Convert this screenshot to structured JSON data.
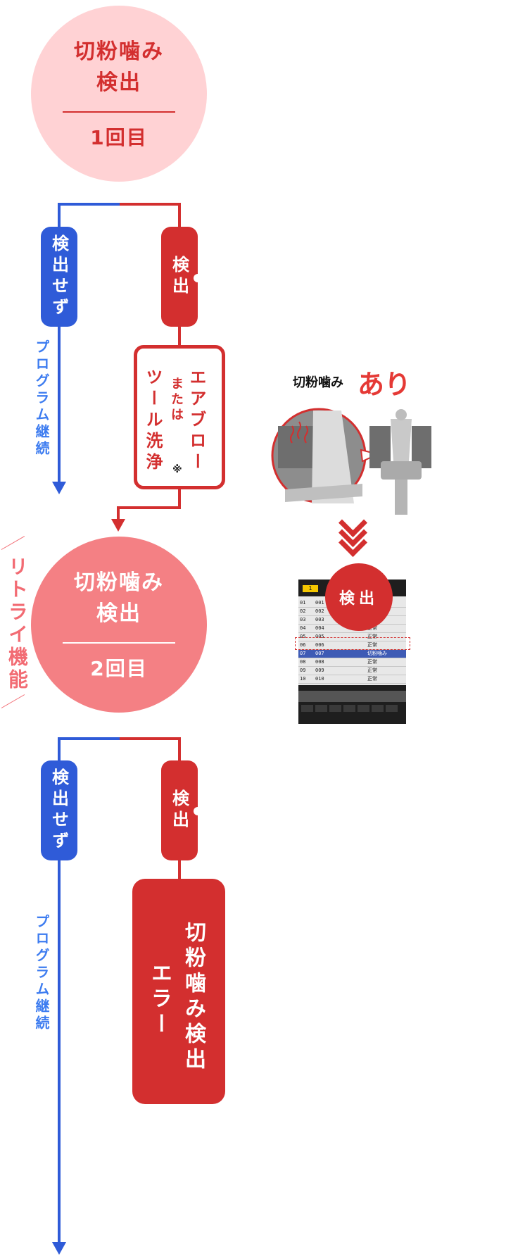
{
  "circle1": {
    "title1": "切粉噛み",
    "title2": "検出",
    "count": "1回目"
  },
  "circle2": {
    "title1": "切粉噛み",
    "title2": "検出",
    "count": "2回目"
  },
  "branch1": {
    "not_detected": "検出せず",
    "detected": "検出",
    "continue": "プログラム継続",
    "action_line1": "エアブロー",
    "action_line2": "または",
    "action_line3": "ツール洗浄",
    "note_mark": "※"
  },
  "branch2": {
    "not_detected": "検出せず",
    "detected": "検出",
    "continue": "プログラム継続",
    "error_line1": "切粉噛み検出",
    "error_line2": "エラー"
  },
  "retry": {
    "label": "リトライ機能"
  },
  "illustration": {
    "caption_prefix": "切粉噛み",
    "caption_emphasis": "あり",
    "badge": "検出",
    "monitor_tab": "1",
    "rows": [
      {
        "no": "01",
        "id": "001",
        "status": ""
      },
      {
        "no": "02",
        "id": "002",
        "status": ""
      },
      {
        "no": "03",
        "id": "003",
        "status": ""
      },
      {
        "no": "04",
        "id": "004",
        "status": "正常"
      },
      {
        "no": "05",
        "id": "005",
        "status": "正常"
      },
      {
        "no": "06",
        "id": "006",
        "status": "正常"
      },
      {
        "no": "07",
        "id": "007",
        "status": "切粉噛み"
      },
      {
        "no": "08",
        "id": "008",
        "status": "正常"
      },
      {
        "no": "09",
        "id": "009",
        "status": "正常"
      },
      {
        "no": "10",
        "id": "010",
        "status": "正常"
      }
    ]
  },
  "colors": {
    "blue": "#2f5bd8",
    "red": "#d32f2f",
    "pink_light": "#ffd2d4",
    "pink": "#f48084",
    "retry": "#f26b73"
  }
}
